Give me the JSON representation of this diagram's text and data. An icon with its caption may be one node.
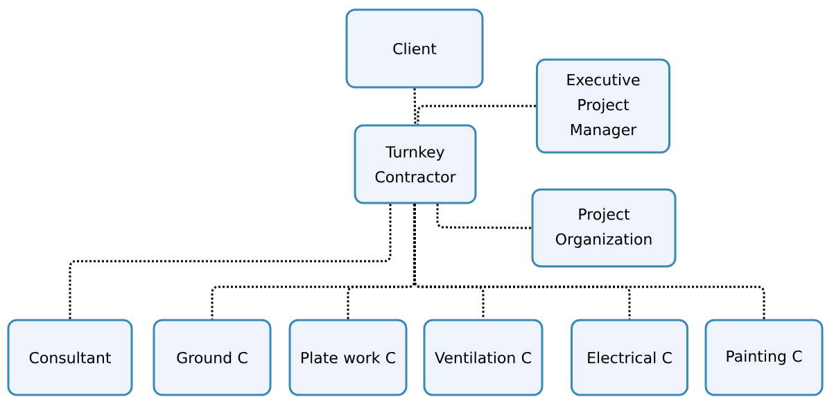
{
  "diagram": {
    "nodes": [
      {
        "text": [
          "Client"
        ]
      },
      {
        "text": [
          "Executive Project Manager"
        ]
      },
      {
        "text": [
          "Turnkey Contractor"
        ]
      },
      {
        "text": [
          "Project Organization"
        ]
      },
      {
        "text": [
          "Consultant"
        ]
      },
      {
        "text": [
          "Ground C"
        ]
      },
      {
        "text": [
          "Plate work C"
        ]
      },
      {
        "text": [
          "Ventilation C"
        ]
      },
      {
        "text": [
          "Electrical C"
        ]
      },
      {
        "text": [
          "Painting C"
        ]
      }
    ],
    "edges": [
      {
        "from": 0,
        "to": 2,
        "arrow": "none"
      },
      {
        "from": 1,
        "to": 2,
        "arrow": "none"
      },
      {
        "from": 2,
        "to": 3,
        "arrow": "none"
      },
      {
        "from": 2,
        "to": 4,
        "arrow": "none"
      },
      {
        "from": 2,
        "to": 5,
        "arrow": "none"
      },
      {
        "from": 2,
        "to": 6,
        "arrow": "none"
      },
      {
        "from": 2,
        "to": 7,
        "arrow": "none"
      },
      {
        "from": 2,
        "to": 8,
        "arrow": "none"
      },
      {
        "from": 2,
        "to": 9,
        "arrow": "none"
      }
    ]
  }
}
